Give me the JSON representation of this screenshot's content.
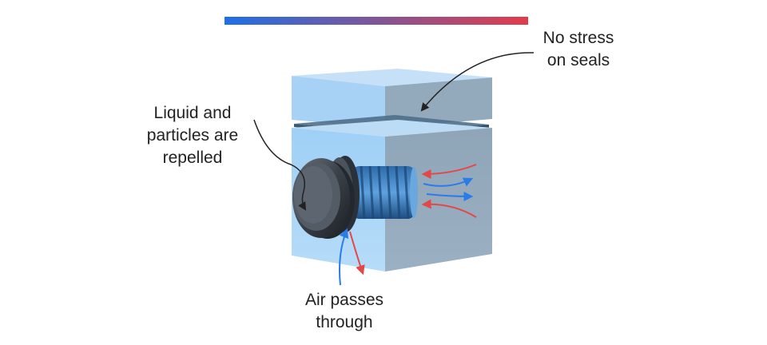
{
  "labels": {
    "no_stress_line1": "No stress",
    "no_stress_line2": "on seals",
    "repelled_line1": "Liquid and",
    "repelled_line2": "particles are",
    "repelled_line3": "repelled",
    "air_line1": "Air passes",
    "air_line2": "through"
  },
  "colors": {
    "gradient_start": "#1f6fe6",
    "gradient_end": "#e23c4a",
    "block_front": "#a9d4f7",
    "block_side": "#93a7b9",
    "block_top": "#c2def6",
    "seal": "#4f6f8a",
    "air_in": "#2b7be8",
    "air_out": "#e24848",
    "vent_dark": "#2a2f36"
  },
  "icons": {
    "vent": "breather-vent-icon",
    "arrow": "curved-arrow-icon"
  }
}
